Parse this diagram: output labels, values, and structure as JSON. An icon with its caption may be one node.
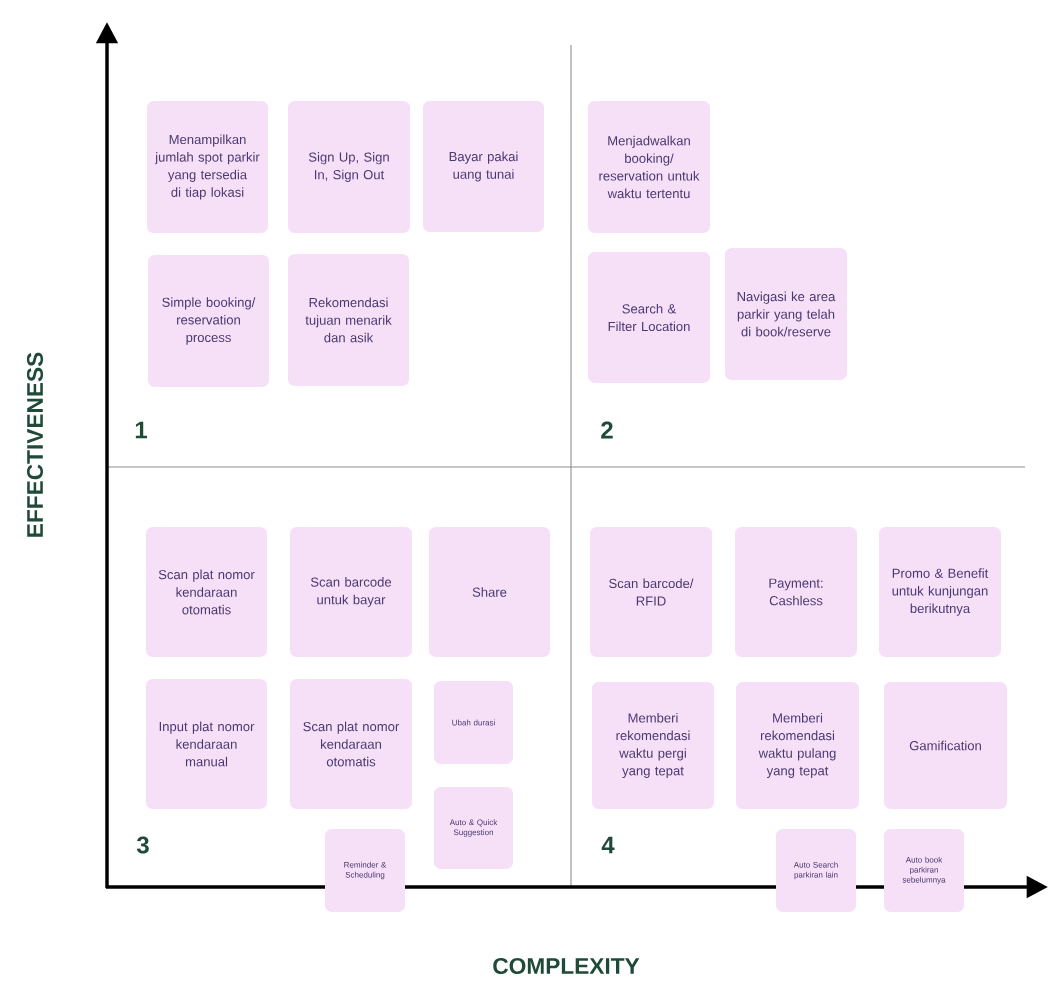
{
  "diagram": {
    "nodes": [
      {
        "text": [
          "Menampilkan jumlah spot parkir yang tersedia di tiap lokasi"
        ]
      },
      {
        "text": [
          "Sign Up, Sign In, Sign Out"
        ]
      },
      {
        "text": [
          "Bayar pakai uang tunai"
        ]
      },
      {
        "text": [
          "Simple booking/ reservation process"
        ]
      },
      {
        "text": [
          "Rekomendasi tujuan menarik dan asik"
        ]
      },
      {
        "text": [
          "Menjadwalkan booking/ reservation untuk waktu tertentu"
        ]
      },
      {
        "text": [
          "Search & Filter Location"
        ]
      },
      {
        "text": [
          "Navigasi ke area parkir yang telah di book/reserve"
        ]
      },
      {
        "text": [
          "Scan plat nomor kendaraan otomatis"
        ]
      },
      {
        "text": [
          "Scan barcode untuk bayar"
        ]
      },
      {
        "text": [
          "Share"
        ]
      },
      {
        "text": [
          "Input plat nomor kendaraan manual"
        ]
      },
      {
        "text": [
          "Scan plat nomor kendaraan otomatis"
        ]
      },
      {
        "text": [
          "Ubah durasi"
        ]
      },
      {
        "text": [
          "Auto & Quick Suggestion"
        ]
      },
      {
        "text": [
          "Reminder & Scheduling"
        ]
      },
      {
        "text": [
          "Scan barcode/ RFID"
        ]
      },
      {
        "text": [
          "Payment: Cashless"
        ]
      },
      {
        "text": [
          "Promo & Benefit untuk kunjungan berikutnya"
        ]
      },
      {
        "text": [
          "Memberi rekomendasi waktu pergi yang tepat"
        ]
      },
      {
        "text": [
          "Memberi rekomendasi waktu pulang yang tepat"
        ]
      },
      {
        "text": [
          "Gamification"
        ]
      },
      {
        "text": [
          "Auto Search parkiran lain"
        ]
      },
      {
        "text": [
          "Auto book parkiran sebelumnya"
        ]
      }
    ],
    "labels": [
      "EFFECTIVENESS",
      "1",
      "2",
      "3",
      "4",
      "COMPLEXITY"
    ]
  }
}
